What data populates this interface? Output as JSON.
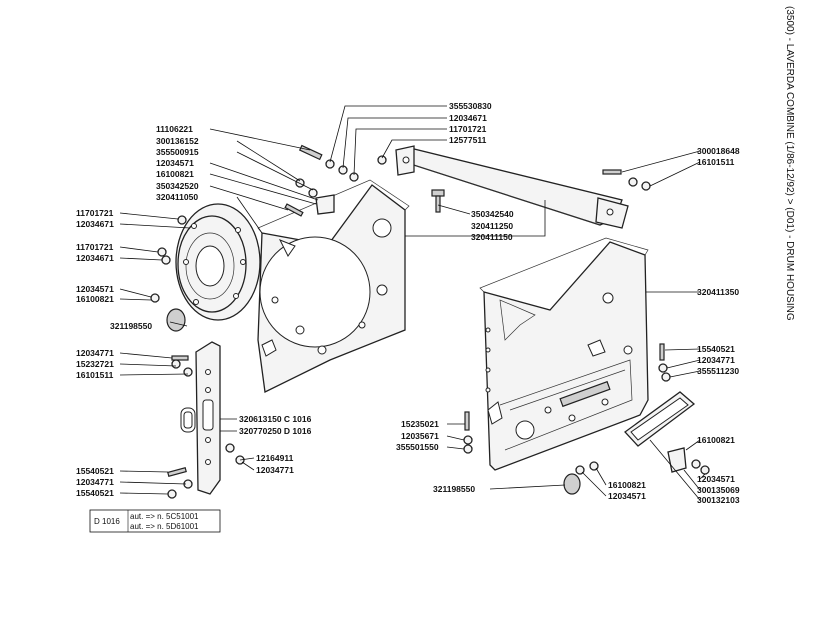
{
  "title": "(3500) - LAVERDA COMBINE (1/86-12/92) > (D01) - DRUM HOUSING",
  "note": {
    "code": "D 1016",
    "line1": "aut. => n. 5C51001",
    "line2": "aut. => n. 5D61001"
  },
  "labels": [
    "355530830",
    "12034671",
    "11701721",
    "12577511",
    "11106221",
    "300136152",
    "355500915",
    "12034571",
    "16100821",
    "350342520",
    "320411050",
    "11701721",
    "12034671",
    "11701721",
    "12034671",
    "12034571",
    "16100821",
    "321198550",
    "300018648",
    "16101511",
    "350342540",
    "320411250",
    "320411150",
    "320411350",
    "15540521",
    "12034771",
    "355511230",
    "12034771",
    "15232721",
    "16101511",
    "320613150 C 1016",
    "320770250 D 1016",
    "12164911",
    "12034771",
    "15540521",
    "12034771",
    "15540521",
    "15235021",
    "12035671",
    "355501550",
    "16100821",
    "12034571",
    "300135069",
    "300132103",
    "321198550",
    "16100821",
    "12034571"
  ]
}
